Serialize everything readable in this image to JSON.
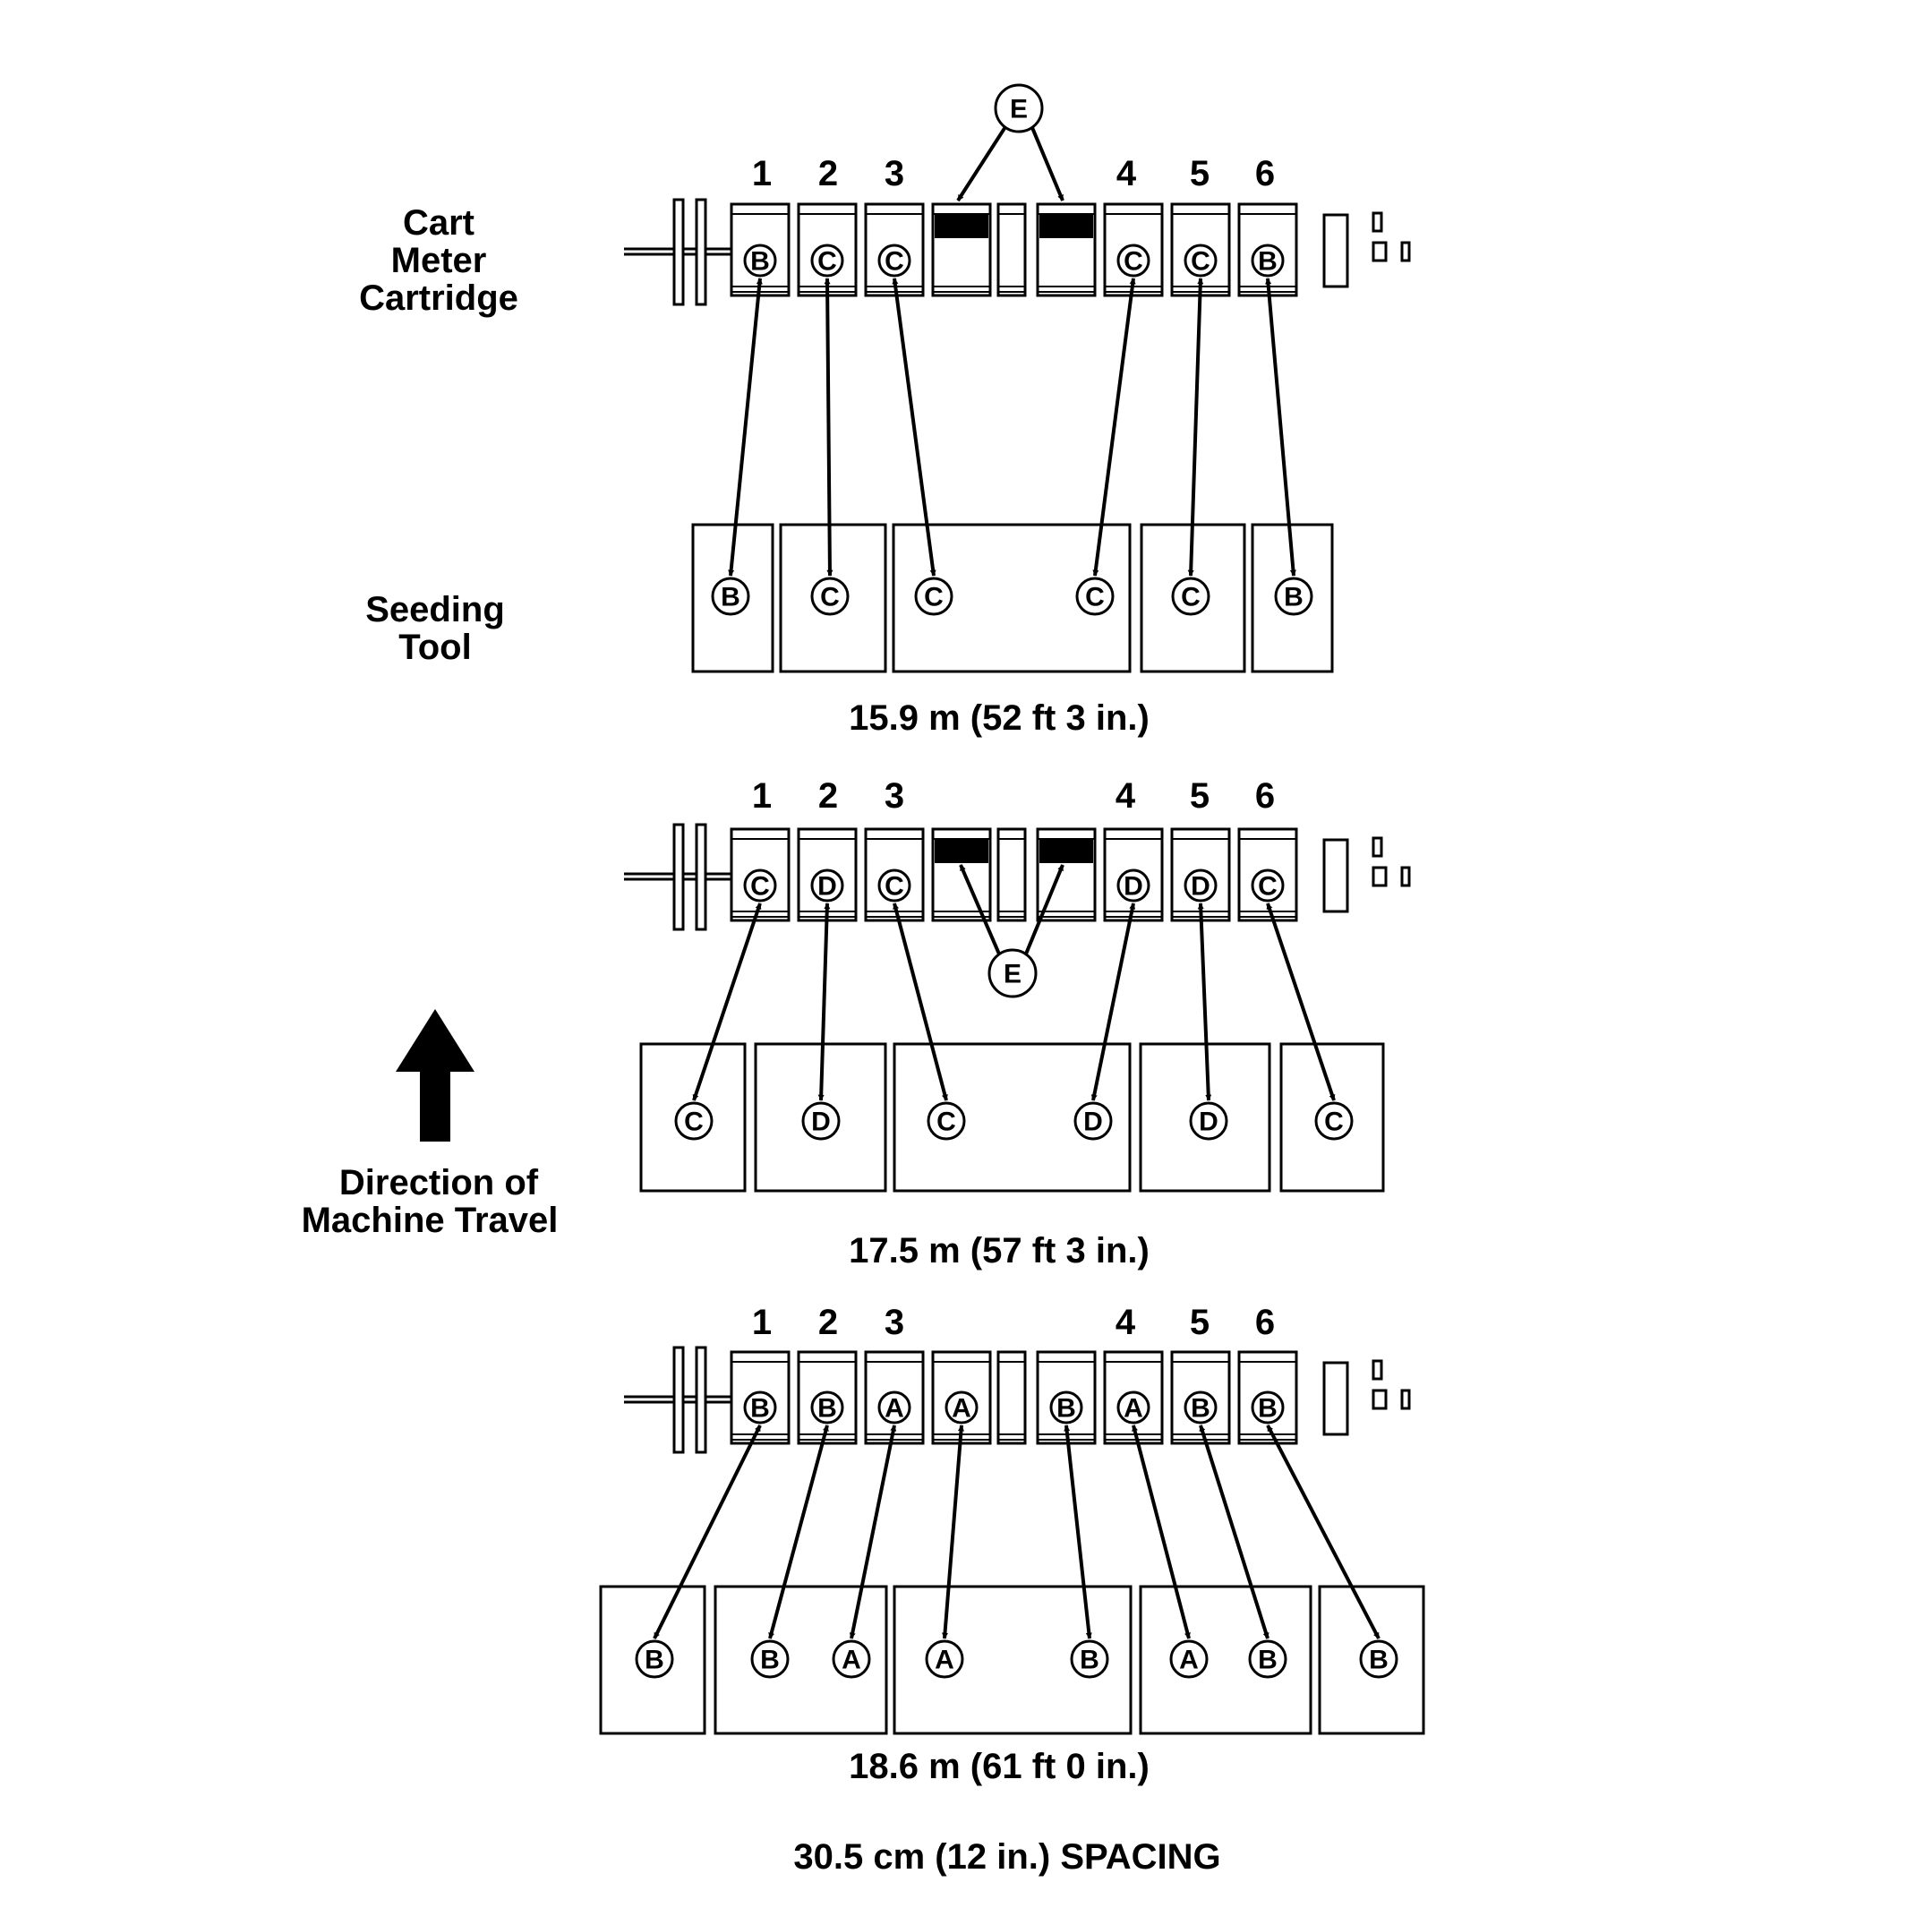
{
  "labels": {
    "cart_meter": [
      "Cart",
      "Meter",
      "Cartridge"
    ],
    "seeding_tool": [
      "Seeding",
      "Tool"
    ],
    "direction": [
      "Direction of",
      "Machine Travel"
    ],
    "spacing_caption": "30.5 cm (12 in.) SPACING"
  },
  "callout_letter": "E",
  "panels": [
    {
      "caption": "15.9 m (52 ft 3 in.)",
      "numbers": [
        "1",
        "2",
        "3",
        "4",
        "5",
        "6"
      ],
      "meter_letters": [
        "B",
        "C",
        "C",
        "",
        "",
        "C",
        "C",
        "B"
      ],
      "black_bands": [
        false,
        false,
        false,
        true,
        true,
        false,
        false,
        false
      ],
      "tool_letters": [
        "B",
        "C",
        "C",
        "C",
        "C",
        "B"
      ],
      "callout_position": "above"
    },
    {
      "caption": "17.5 m (57 ft 3 in.)",
      "numbers": [
        "1",
        "2",
        "3",
        "4",
        "5",
        "6"
      ],
      "meter_letters": [
        "C",
        "D",
        "C",
        "",
        "",
        "D",
        "D",
        "C"
      ],
      "black_bands": [
        false,
        false,
        false,
        true,
        true,
        false,
        false,
        false
      ],
      "tool_letters": [
        "C",
        "D",
        "C",
        "D",
        "D",
        "C"
      ],
      "callout_position": "below"
    },
    {
      "caption": "18.6 m (61 ft 0 in.)",
      "numbers": [
        "1",
        "2",
        "3",
        "4",
        "5",
        "6"
      ],
      "meter_letters": [
        "B",
        "B",
        "A",
        "A",
        "B",
        "A",
        "B",
        "B"
      ],
      "black_bands": [
        false,
        false,
        false,
        false,
        false,
        false,
        false,
        false
      ],
      "tool_letters": [
        "B",
        "B",
        "A",
        "A",
        "B",
        "A",
        "B",
        "B"
      ],
      "callout_position": "none"
    }
  ]
}
